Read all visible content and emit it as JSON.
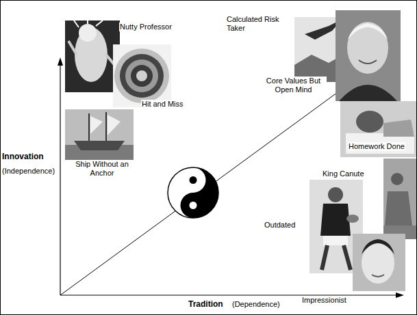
{
  "diagram": {
    "labels": [
      "Nutty Professor",
      "Hit and Miss",
      "Ship Without an Anchor",
      "Calculated Risk Taker",
      "Core Values But Open Mind",
      "Homework Done",
      "King Canute",
      "Outdated",
      "Impressionist",
      "Innovation",
      "(Independence)",
      "Tradition",
      "(Dependence)"
    ]
  }
}
